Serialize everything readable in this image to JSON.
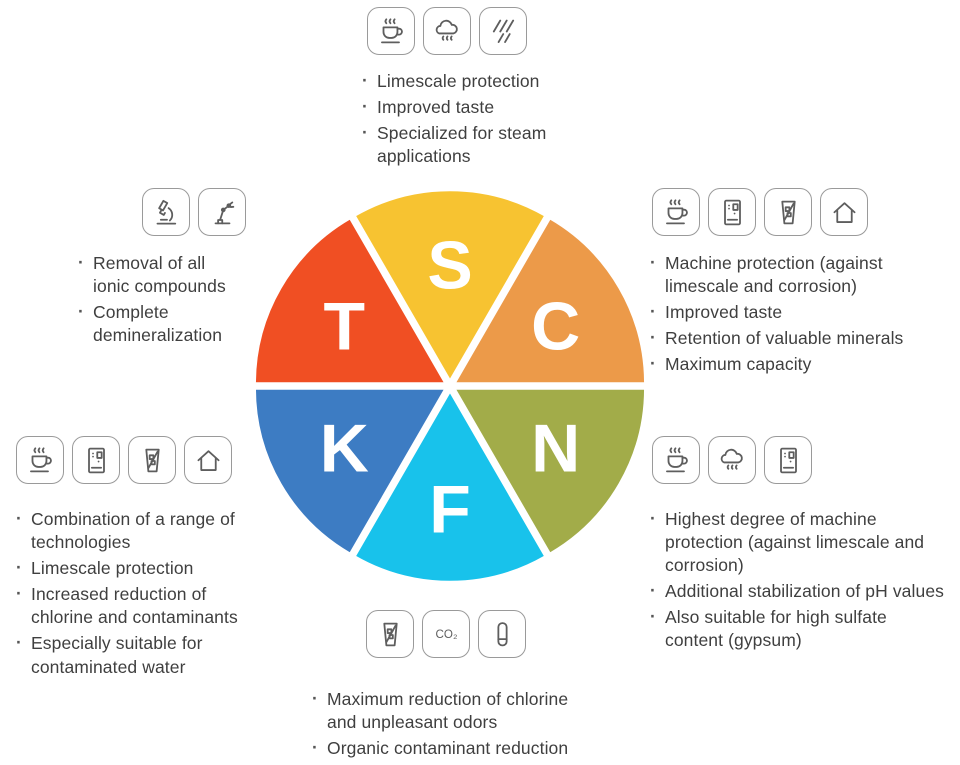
{
  "wheel": {
    "letter_color": "#FFFFFF",
    "segments": [
      {
        "letter": "S",
        "color": "#F7C331"
      },
      {
        "letter": "C",
        "color": "#EC9A49"
      },
      {
        "letter": "N",
        "color": "#A2AC49"
      },
      {
        "letter": "F",
        "color": "#18C2EB"
      },
      {
        "letter": "K",
        "color": "#3D7CC3"
      },
      {
        "letter": "T",
        "color": "#F04F23"
      }
    ]
  },
  "text_color": "#3F3F3F",
  "groups": [
    {
      "id": "s",
      "segment": "S",
      "icons": [
        "steam-cup-icon",
        "steam-cloud-icon",
        "steam-jets-icon"
      ],
      "bullets": [
        "Limescale protection",
        "Improved taste",
        "Specialized for steam applications"
      ]
    },
    {
      "id": "c",
      "segment": "C",
      "icons": [
        "steam-cup-icon",
        "machine-icon",
        "glass-icon",
        "house-icon"
      ],
      "bullets": [
        "Machine protection (against limescale and corrosion)",
        "Improved taste",
        "Retention of valuable minerals",
        "Maximum capacity"
      ]
    },
    {
      "id": "t",
      "segment": "T",
      "icons": [
        "microscope-icon",
        "robot-arm-icon"
      ],
      "bullets": [
        "Removal of all ionic compounds",
        "Complete demineralization"
      ]
    },
    {
      "id": "k",
      "segment": "K",
      "icons": [
        "steam-cup-icon",
        "machine-icon",
        "glass-icon",
        "house-icon"
      ],
      "bullets": [
        "Combination of a range of technologies",
        "Limescale protection",
        "Increased reduction of chlorine and contaminants",
        "Especially suitable for contaminated water"
      ]
    },
    {
      "id": "n",
      "segment": "N",
      "icons": [
        "steam-cup-icon",
        "steam-cloud-icon",
        "machine-icon"
      ],
      "bullets": [
        "Highest degree of machine protection (against limescale and corrosion)",
        "Additional stabilization of pH values",
        "Also suitable for high sulfate content (gypsum)"
      ]
    },
    {
      "id": "f",
      "segment": "F",
      "icons": [
        "glass-icon",
        "co2-icon",
        "cartridge-icon"
      ],
      "bullets": [
        "Maximum reduction of chlorine and unpleasant odors",
        "Organic contaminant reduction"
      ]
    }
  ]
}
